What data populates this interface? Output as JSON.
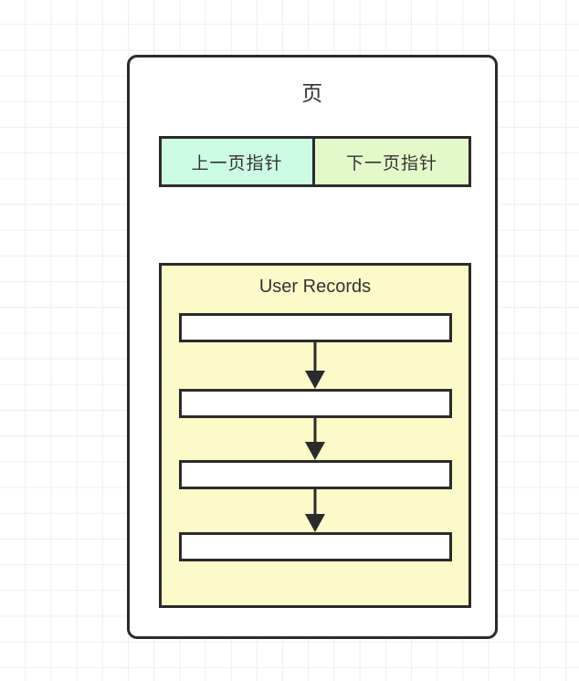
{
  "diagram": {
    "page": {
      "title": "页",
      "pointers": [
        {
          "label": "上一页指针",
          "name": "prev-page-pointer",
          "color": "#ccfbe4"
        },
        {
          "label": "下一页指针",
          "name": "next-page-pointer",
          "color": "#e3f9c9"
        }
      ],
      "records_panel": {
        "title": "User Records",
        "background_color": "#fcfac9",
        "records": [
          {
            "label": ""
          },
          {
            "label": ""
          },
          {
            "label": ""
          },
          {
            "label": ""
          }
        ],
        "connectors": [
          {
            "from": 0,
            "to": 1,
            "type": "arrow-down"
          },
          {
            "from": 1,
            "to": 2,
            "type": "arrow-down"
          },
          {
            "from": 2,
            "to": 3,
            "type": "arrow-down"
          }
        ]
      }
    },
    "colors": {
      "stroke": "#2b2b2b",
      "canvas_background": "#ffffff",
      "grid_line": "#eeeeee",
      "record_fill": "#ffffff"
    }
  }
}
